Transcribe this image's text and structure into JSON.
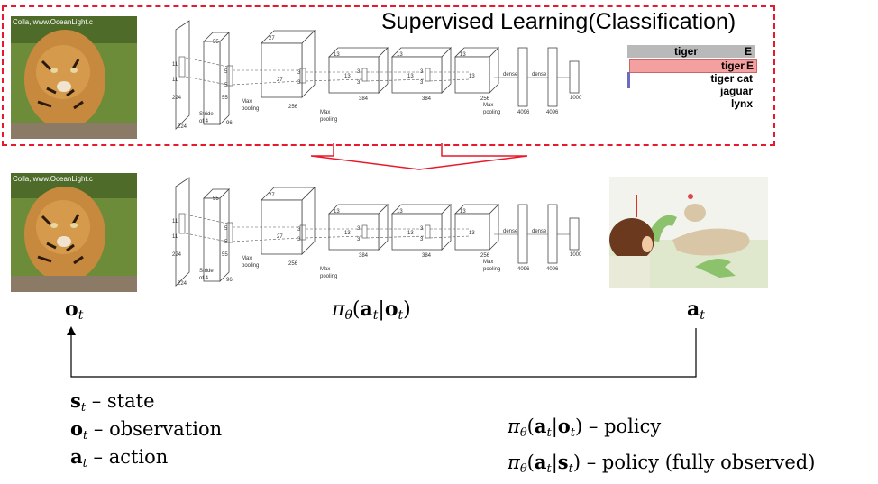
{
  "supervised_box": {
    "title": "Supervised Learning(Classification)",
    "border_color": "#e8192c"
  },
  "classifier_output": {
    "header": "tiger",
    "header_suffix": "E",
    "rows": [
      {
        "label": "tiger",
        "suffix": "E",
        "bar_color": "#f4a0a0"
      },
      {
        "label": "tiger cat",
        "suffix": "",
        "bar_color": ""
      },
      {
        "label": "jaguar",
        "suffix": "",
        "bar_color": ""
      },
      {
        "label": "lynx",
        "suffix": "",
        "bar_color": ""
      }
    ]
  },
  "network": {
    "labels": {
      "in_224a": "224",
      "in_224b": "224",
      "in_11a": "11",
      "in_11b": "11",
      "c1_55a": "55",
      "c1_55b": "55",
      "c1_5a": "5",
      "c1_5b": "5",
      "c1_96": "96",
      "stride": "Stride",
      "stride2": "of 4",
      "mp1": "Max",
      "mp1b": "pooling",
      "c2_27a": "27",
      "c2_27b": "27",
      "c2_256": "256",
      "c2_3a": "3",
      "c2_3b": "3",
      "mp2": "Max",
      "mp2b": "pooling",
      "c3_13a": "13",
      "c3_13b": "13",
      "c3_384": "384",
      "c3_3a": "3",
      "c3_3b": "3",
      "c4_13a": "13",
      "c4_13b": "13",
      "c4_384": "384",
      "c4_3a": "3",
      "c4_3b": "3",
      "c5_13a": "13",
      "c5_13b": "13",
      "c5_256": "256",
      "mp3": "Max",
      "mp3b": "pooling",
      "dense1": "dense",
      "dense2": "dense",
      "d1_4096": "4096",
      "d2_4096": "4096",
      "out_1000": "1000"
    }
  },
  "watermark": "Colla, www.OceanLight.c",
  "arrow_color": "#e8192c",
  "labels": {
    "observation_sym": "o",
    "observation_sub": "t",
    "action_sym": "a",
    "action_sub": "t",
    "policy_pi": "π",
    "policy_theta": "θ",
    "policy_open": "(",
    "policy_a": "a",
    "policy_a_sub": "t",
    "policy_bar": "|",
    "policy_o": "o",
    "policy_o_sub": "t",
    "policy_close": ")"
  },
  "legend_left": [
    {
      "sym": "s",
      "sub": "t",
      "text": " – state"
    },
    {
      "sym": "o",
      "sub": "t",
      "text": " – observation"
    },
    {
      "sym": "a",
      "sub": "t",
      "text": " – action"
    }
  ],
  "legend_right": [
    {
      "pi": "π",
      "theta": "θ",
      "open": "(",
      "a": "a",
      "a_sub": "t",
      "bar": "|",
      "cond": "o",
      "cond_sub": "t",
      "close": ")",
      "text": " – policy"
    },
    {
      "pi": "π",
      "theta": "θ",
      "open": "(",
      "a": "a",
      "a_sub": "t",
      "bar": "|",
      "cond": "s",
      "cond_sub": "t",
      "close": ")",
      "text": " – policy (fully observed)"
    }
  ]
}
